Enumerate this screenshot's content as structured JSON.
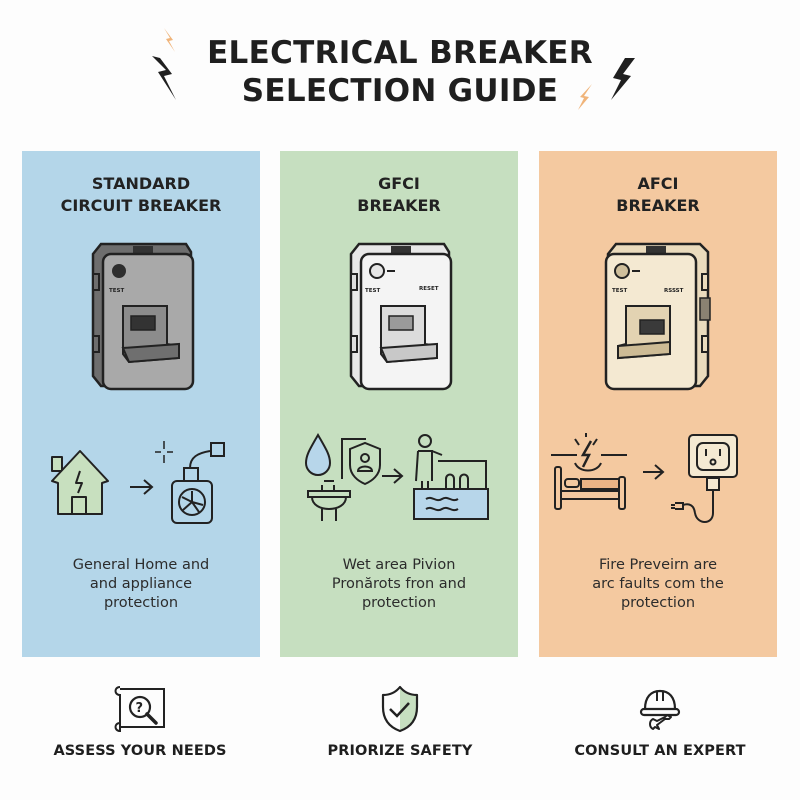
{
  "header": {
    "title_line1": "ELECTRICAL BREAKER",
    "title_line2": "SELECTION GUIDE",
    "decor_icons": [
      "lightning-bolt-orange",
      "lightning-bolt-black",
      "lightning-bolt-orange",
      "lightning-bolt-black"
    ]
  },
  "colors": {
    "panel_standard": "#b4d6e9",
    "panel_gfci": "#c6dfc0",
    "panel_afci": "#f4c9a0",
    "accent_orange": "#f0b47a",
    "ink": "#1f1f1f"
  },
  "panels": [
    {
      "title_line1": "STANDARD",
      "title_line2": "CIRCUIT BREAKER",
      "device_labels": {
        "test": "TEST"
      },
      "usage_icons": [
        "house-lightning-icon",
        "arrow-right-icon",
        "fan-appliance-icon"
      ],
      "description_lines": [
        "General Home and",
        "and appliance",
        "protection"
      ]
    },
    {
      "title_line1": "GFCI",
      "title_line2": "BREAKER",
      "device_labels": {
        "test": "TEST",
        "reset": "RESET"
      },
      "usage_icons": [
        "water-drop-icon",
        "sink-icon",
        "shield-person-icon",
        "arrow-right-icon",
        "person-pool-icon"
      ],
      "description_lines": [
        "Wet area Pivion",
        "Pronărots fron and",
        "protection"
      ]
    },
    {
      "title_line1": "AFCI",
      "title_line2": "BREAKER",
      "device_labels": {
        "test": "TEST",
        "reset": "RSSST"
      },
      "usage_icons": [
        "bed-arc-fault-icon",
        "arrow-right-icon",
        "outlet-plug-icon"
      ],
      "description_lines": [
        "Fire Preveirn are",
        "arc faults com the",
        "protection"
      ]
    }
  ],
  "tips": [
    {
      "icon": "map-magnifier-question-icon",
      "label": "ASSESS YOUR NEEDS"
    },
    {
      "icon": "shield-check-icon",
      "label": "PRIORIZE SAFETY"
    },
    {
      "icon": "hardhat-wrench-icon",
      "label": "CONSULT AN EXPERT"
    }
  ]
}
